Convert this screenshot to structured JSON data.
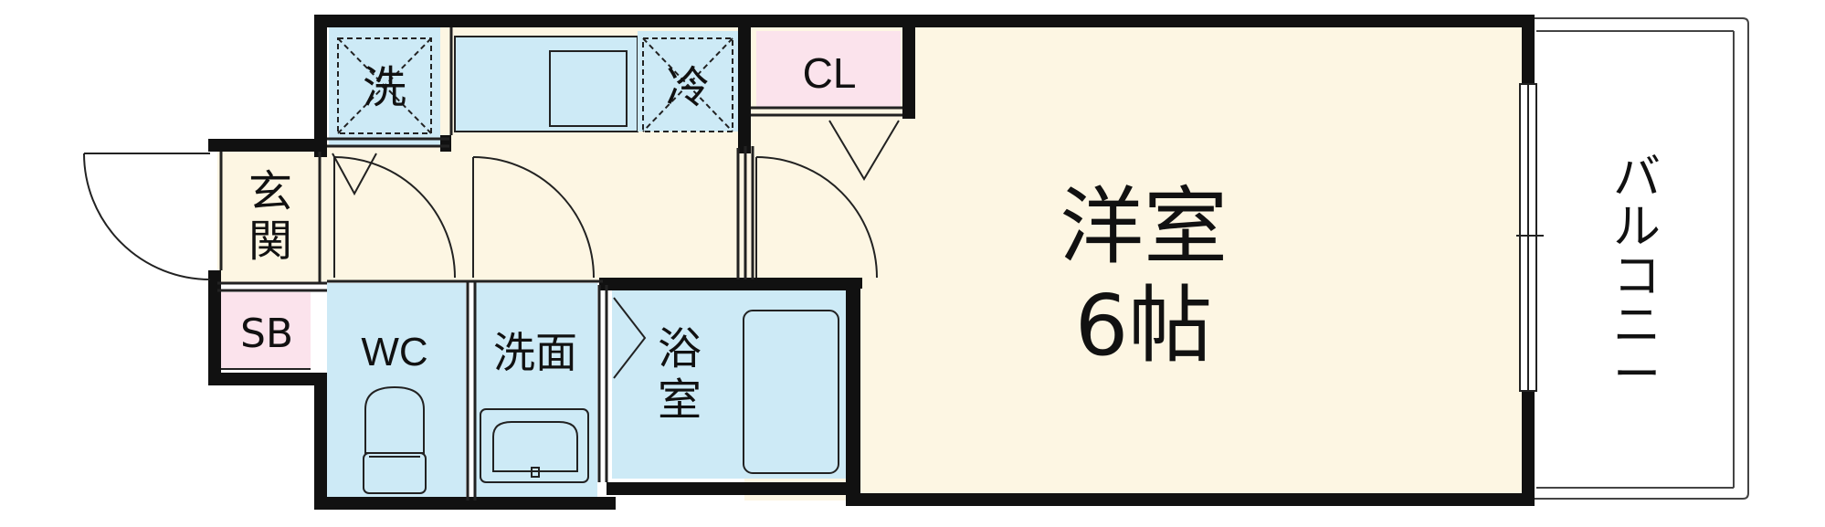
{
  "colors": {
    "wall": "#111111",
    "line": "#222222",
    "living": "#fdf6e3",
    "wet": "#cdeaf6",
    "storage": "#fbe3ec",
    "balcony": "#ffffff"
  },
  "rooms": {
    "washer": "洗",
    "fridge": "冷",
    "closet": "CL",
    "entrance": "玄関",
    "shoebox": "SB",
    "toilet": "WC",
    "washroom": "洗面",
    "bath": "浴室",
    "western_room": "洋室",
    "western_size": "6帖",
    "balcony": "バルコニー"
  }
}
